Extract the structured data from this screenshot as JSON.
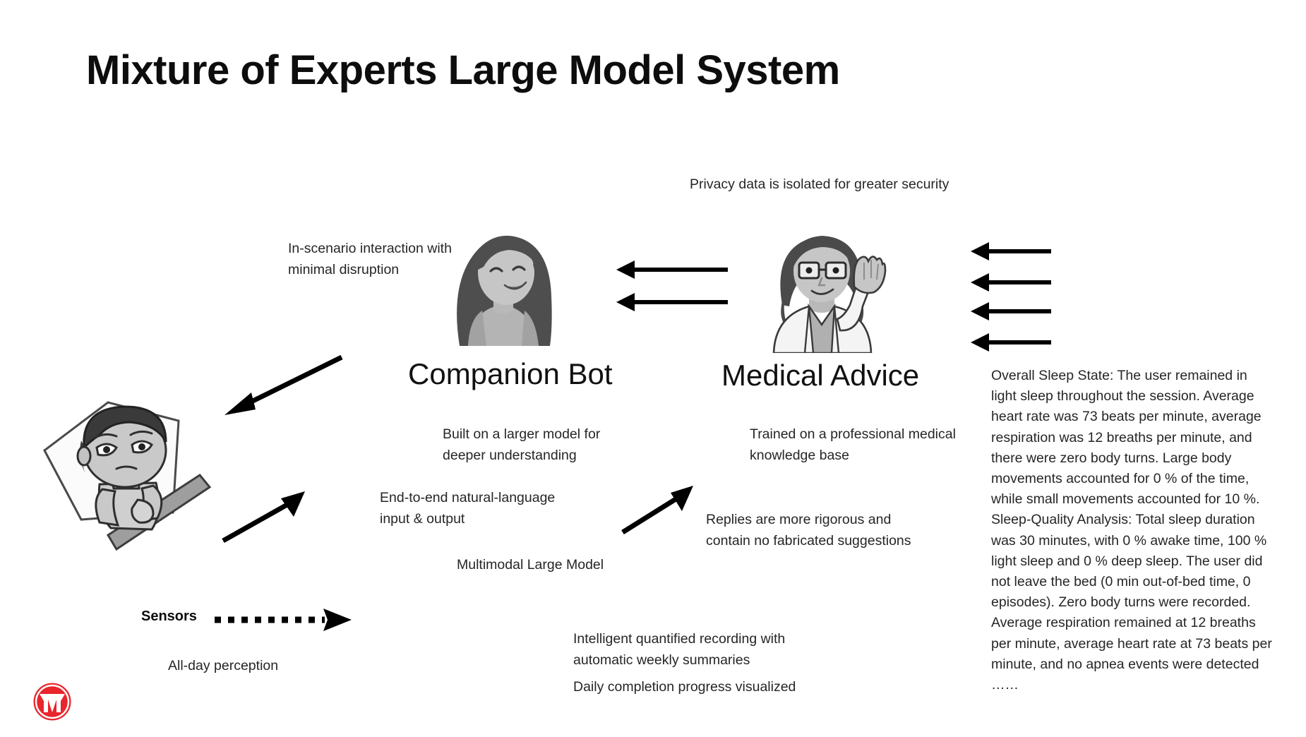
{
  "slide": {
    "title": "Mixture of Experts Large Model System",
    "background": "#ffffff",
    "accent_color": "#e8262c",
    "text_color": "#262626"
  },
  "annotations": {
    "privacy": "Privacy data is isolated for greater security",
    "interaction": "In-scenario interaction with minimal disruption",
    "sensors_label": "Sensors",
    "all_day_perception": "All-day perception"
  },
  "experts": {
    "companion": {
      "title": "Companion Bot",
      "avatar": "smiling-woman-avatar",
      "descriptions": [
        "Built on a larger model for deeper understanding",
        "End-to-end natural-language input & output",
        "Multimodal Large Model"
      ]
    },
    "medical": {
      "title": "Medical Advice",
      "avatar": "female-doctor-avatar",
      "descriptions": [
        "Trained on a professional medical knowledge base",
        "Replies are more rigorous and contain no fabricated suggestions"
      ]
    }
  },
  "recording": {
    "line1": "Intelligent quantified recording with automatic weekly summaries",
    "line2": "Daily completion progress visualized"
  },
  "sleep_report": {
    "body": "Overall Sleep State: The user remained in light sleep throughout the session. Average heart rate was 73 beats per minute, average respiration was 12 breaths per minute, and there were zero body turns. Large body movements accounted for 0 % of the time, while small movements accounted for 10 %. Sleep-Quality Analysis: Total sleep duration was 30 minutes, with 0 % awake time, 100 % light sleep and 0 % deep sleep. The user did not leave the bed (0 min out-of-bed time, 0 episodes). Zero body turns were recorded. Average respiration remained at 12 breaths per minute, average heart rate at 73 beats per minute, and no apnea events were detected",
    "continuation": "……",
    "metrics": {
      "average_heart_rate_bpm": 73,
      "average_respiration_bpm": 12,
      "body_turns": 0,
      "large_movement_percent": 0,
      "small_movement_percent": 10,
      "total_sleep_minutes": 30,
      "awake_percent": 0,
      "light_sleep_percent": 100,
      "deep_sleep_percent": 0,
      "out_of_bed_minutes": 0,
      "out_of_bed_episodes": 0,
      "apnea_events": 0
    }
  },
  "illustrations": {
    "sleeper": "person-lying-awake-in-bed",
    "logo": "circular-red-m-logo"
  }
}
